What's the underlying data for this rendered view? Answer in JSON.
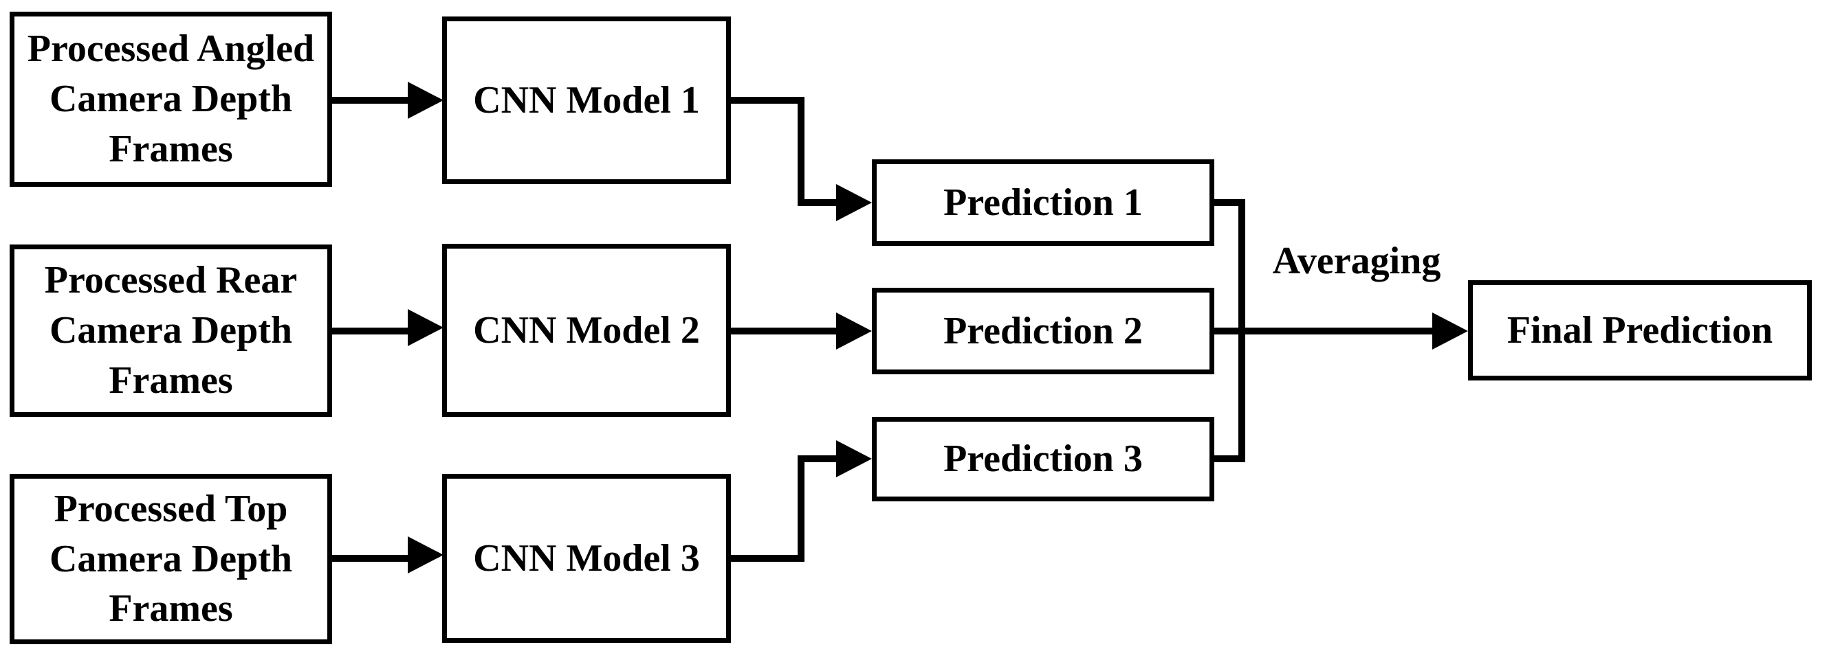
{
  "diagram": {
    "type": "flowchart",
    "colors": {
      "ink": "#000000",
      "background": "#ffffff"
    },
    "nodes": {
      "input_angled": {
        "label": "Processed Angled\nCamera Depth\nFrames"
      },
      "input_rear": {
        "label": "Processed Rear\nCamera Depth\nFrames"
      },
      "input_top": {
        "label": "Processed Top\nCamera Depth\nFrames"
      },
      "cnn1": {
        "label": "CNN Model 1"
      },
      "cnn2": {
        "label": "CNN Model 2"
      },
      "cnn3": {
        "label": "CNN Model 3"
      },
      "pred1": {
        "label": "Prediction 1"
      },
      "pred2": {
        "label": "Prediction 2"
      },
      "pred3": {
        "label": "Prediction 3"
      },
      "final": {
        "label": "Final Prediction"
      }
    },
    "annotations": {
      "averaging": "Averaging"
    },
    "edges": [
      {
        "from": "input_angled",
        "to": "cnn1"
      },
      {
        "from": "input_rear",
        "to": "cnn2"
      },
      {
        "from": "input_top",
        "to": "cnn3"
      },
      {
        "from": "cnn1",
        "to": "pred1"
      },
      {
        "from": "cnn2",
        "to": "pred2"
      },
      {
        "from": "cnn3",
        "to": "pred3"
      },
      {
        "from": "pred1",
        "to": "final",
        "via": "averaging"
      },
      {
        "from": "pred2",
        "to": "final",
        "via": "averaging"
      },
      {
        "from": "pred3",
        "to": "final",
        "via": "averaging"
      }
    ]
  }
}
